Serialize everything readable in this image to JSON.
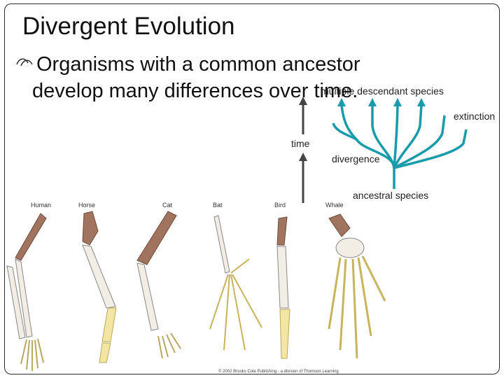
{
  "slide": {
    "title": "Divergent Evolution",
    "bullet_line1": "Organisms with a common ancestor",
    "bullet_line2": "develop many differences over time.",
    "bullet_icon": "swoosh-bullet-icon"
  },
  "tree_diagram": {
    "multiple_descendant_species": "multiple descendant species",
    "extinction": "extinction",
    "time": "time",
    "divergence": "divergence",
    "ancestral_species": "ancestral species",
    "branch_color": "#1a9bab"
  },
  "limbs": {
    "labels": [
      "Human",
      "Horse",
      "Cat",
      "Bat",
      "Bird",
      "Whale"
    ],
    "copyright": "© 2002 Brooks Cole Publishing - a division of Thomson Learning",
    "colors": {
      "humerus": "#a0745f",
      "radius_ulna": "#f2eee6",
      "carpals": "#f3e6a2"
    }
  }
}
